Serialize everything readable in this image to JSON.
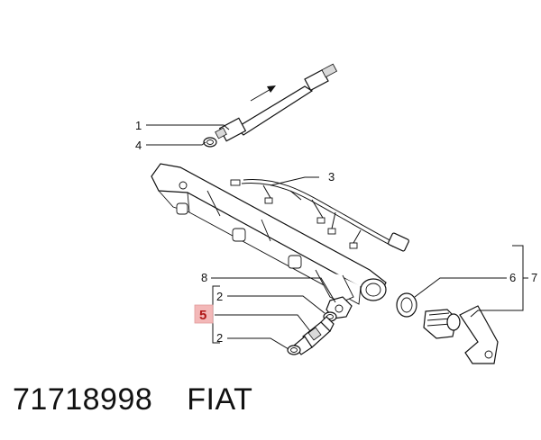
{
  "callouts": {
    "c1": "1",
    "c2a": "2",
    "c2b": "2",
    "c3": "3",
    "c4": "4",
    "c5": "5",
    "c6": "6",
    "c7": "7",
    "c8": "8"
  },
  "footer": {
    "part_number": "71718998",
    "brand": "FIAT"
  },
  "colors": {
    "highlight_box": "#f3b8b8",
    "highlight_text": "#b01818",
    "line": "#111111"
  }
}
